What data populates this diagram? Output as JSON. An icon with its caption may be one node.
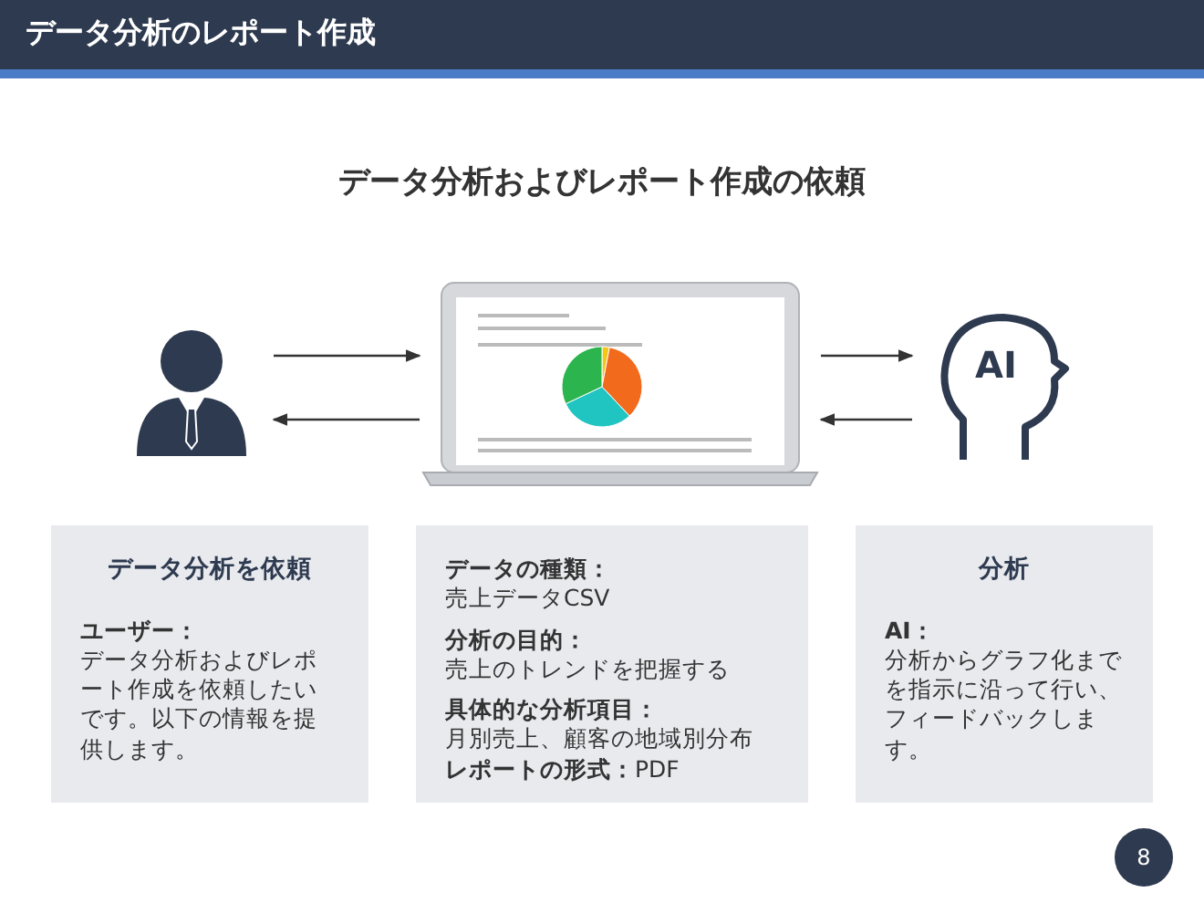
{
  "diagram": {
    "title": "データ分析のレポート作成",
    "nodes": [
      {
        "text": [],
        "shape": "person"
      },
      {
        "text": [],
        "shape": "picture"
      },
      {
        "text": [
          "AI"
        ]
      },
      {
        "text": [
          "データ分析を依頼",
          "ユーザー：",
          "データ分析およびレポート作成を依頼したいです。以下の情報を提供します。"
        ]
      },
      {
        "text": [
          "データの種類：",
          "売上データCSV",
          "分析の目的：",
          "売上のトレンドを把握する",
          "具体的な分析項目：",
          "月別売上、顧客の地域別分布",
          "**レポートの形式：**PDF"
        ]
      },
      {
        "text": [
          "分析",
          "AI：",
          "分析からグラフ化までを指示に沿って行い、フィードバックします。"
        ]
      }
    ],
    "edges": [
      {
        "from": 0,
        "to": 1,
        "arrow": "to"
      },
      {
        "from": 1,
        "to": 0,
        "arrow": "to"
      },
      {
        "from": 1,
        "to": 2,
        "arrow": "to"
      },
      {
        "from": 2,
        "to": 1,
        "arrow": "to"
      }
    ],
    "labels": [
      "データ分析およびレポート作成の依頼",
      "8"
    ]
  }
}
